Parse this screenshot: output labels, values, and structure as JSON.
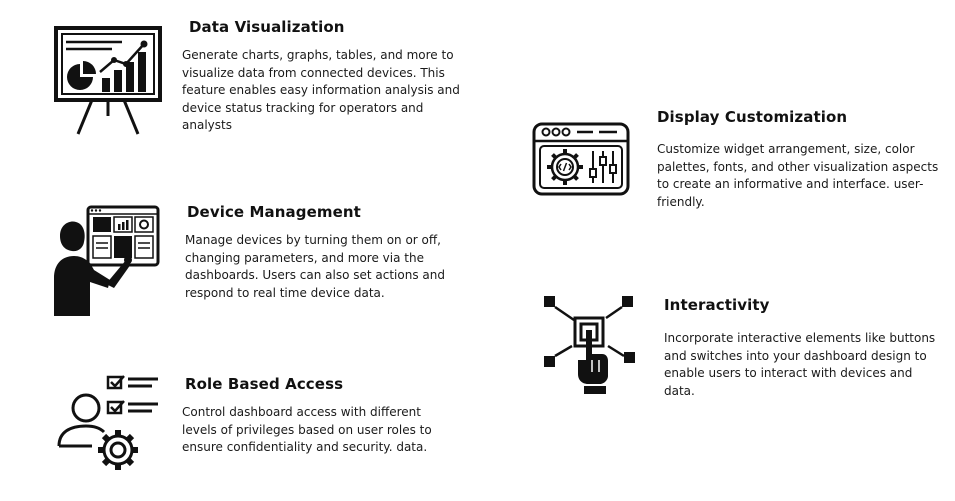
{
  "features": [
    {
      "id": "data-visualization",
      "icon": "presentation-chart-icon",
      "title": "Data Visualization",
      "description": "Generate charts, graphs, tables, and more to visualize data from connected devices. This feature enables easy information analysis and device status tracking for operators and analysts"
    },
    {
      "id": "device-management",
      "icon": "person-touchscreen-icon",
      "title": "Device Management",
      "description": "Manage devices by turning them on or off, changing parameters, and more via the dashboards. Users can also set actions and respond to real time device data."
    },
    {
      "id": "role-based-access",
      "icon": "user-checklist-gear-icon",
      "title": "Role Based Access",
      "description": "Control dashboard access with different levels of privileges based on user roles to ensure confidentiality and security. data."
    },
    {
      "id": "display-customization",
      "icon": "browser-code-gear-sliders-icon",
      "title": "Display Customization",
      "description": "Customize widget arrangement, size, color palettes, fonts, and other visualization aspects to create an informative and interface. user-friendly."
    },
    {
      "id": "interactivity",
      "icon": "hand-click-icon",
      "title": "Interactivity",
      "description": "Incorporate interactive elements like buttons and switches into your dashboard design to enable users to interact with devices and data."
    }
  ],
  "colors": {
    "ink": "#111111",
    "background": "#ffffff"
  }
}
